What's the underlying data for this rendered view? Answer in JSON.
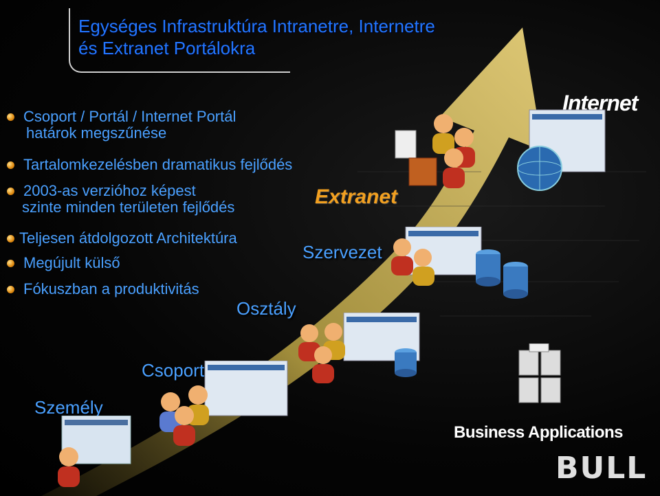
{
  "title": [
    "Egységes Infrastruktúra Intranetre, Internetre",
    "és Extranet Portálokra"
  ],
  "bullets": [
    {
      "lines": [
        "Csoport / Portál / Internet Portál",
        "  határok megszűnése"
      ]
    },
    {
      "lines": [
        "Tartalomkezelésben dramatikus fejlődés"
      ]
    },
    {
      "lines": [
        "2003-as verzióhoz képest",
        "szinte minden területen fejlődés"
      ]
    },
    {
      "lines": [
        "Teljesen átdolgozott Architektúra"
      ]
    },
    {
      "lines": [
        "Megújult külső"
      ]
    },
    {
      "lines": [
        "Fókuszban a produktivitás"
      ]
    }
  ],
  "levels": {
    "szemely": "Személy",
    "csoport": "Csoport",
    "osztaly": "Osztály",
    "szervezet": "Szervezet"
  },
  "logos": {
    "extranet": "Extranet",
    "internet": "Internet",
    "business": "Business Applications",
    "bull": "BULL"
  },
  "colors": {
    "text_blue": "#4aa0ff",
    "title_blue": "#2277ff",
    "arrow_gold": "#e8c860",
    "bullet_orange": "#e08a10"
  }
}
